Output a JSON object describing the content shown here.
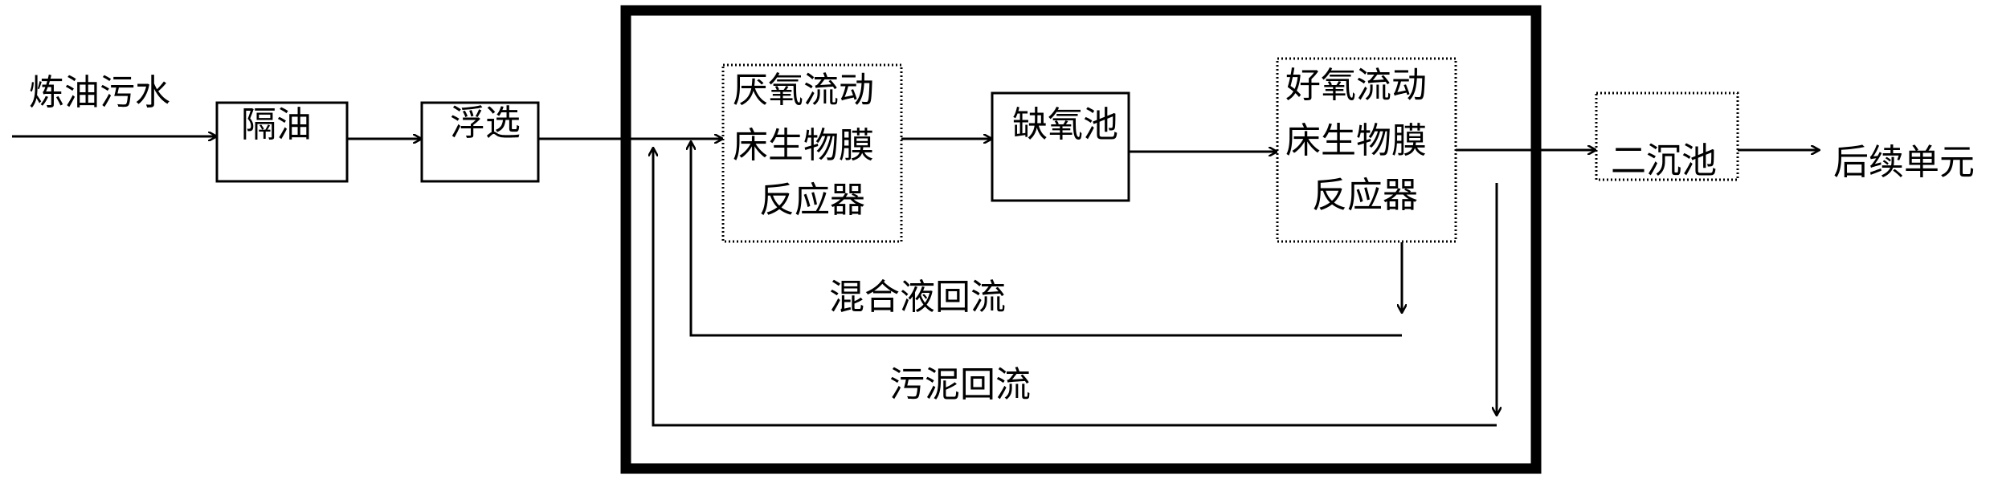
{
  "inputs": {
    "wastewater": "炼油污水"
  },
  "units": {
    "oil_separation": "隔油",
    "flotation": "浮选",
    "anaerobic": [
      "厌氧流动",
      "床生物膜",
      "反应器"
    ],
    "anoxic": "缺氧池",
    "aerobic": [
      "好氧流动",
      "床生物膜",
      "反应器"
    ],
    "secondary_clarifier": "二沉池"
  },
  "outputs": {
    "subsequent": "后续单元"
  },
  "recycle": {
    "mixed_liquor": "混合液回流",
    "sludge": "污泥回流"
  }
}
